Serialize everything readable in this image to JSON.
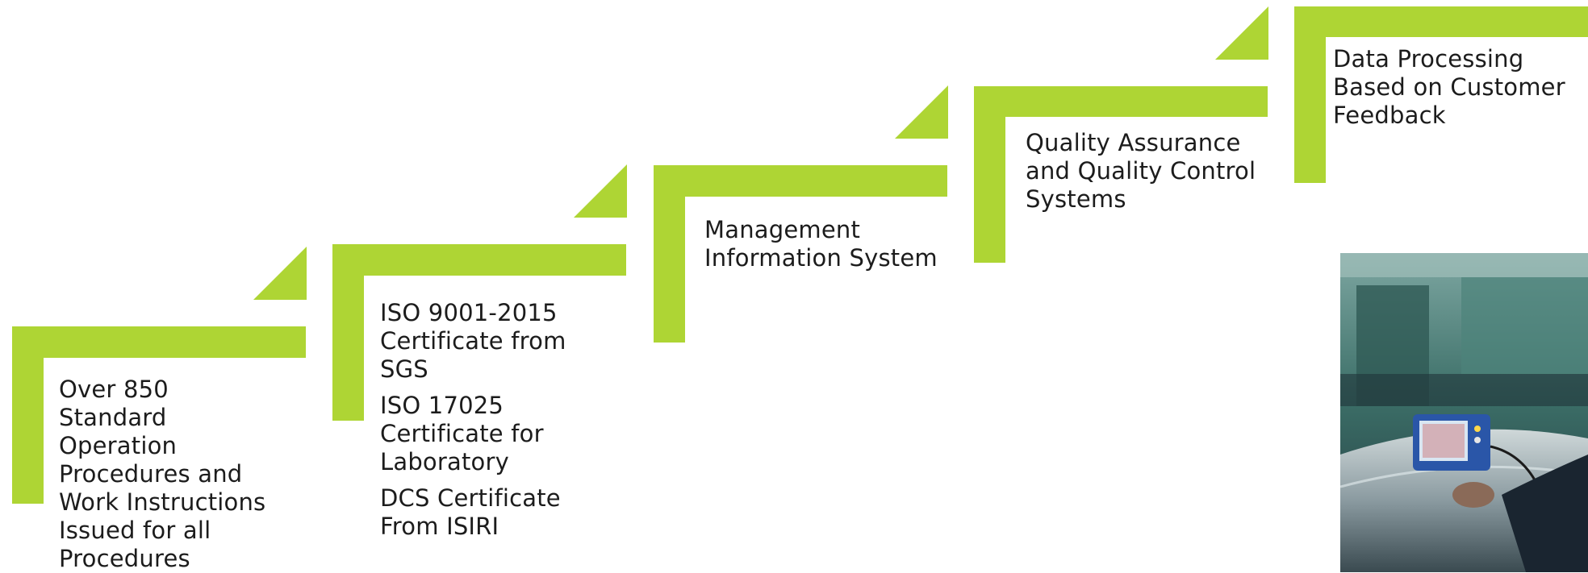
{
  "steps": [
    {
      "lines": [
        "Over 850 Standard Operation Procedures  and Work Instructions Issued for all Procedures"
      ]
    },
    {
      "lines": [
        "ISO 9001-2015 Certificate from SGS",
        "ISO 17025 Certificate for Laboratory",
        "DCS Certificate From ISIRI"
      ]
    },
    {
      "lines": [
        "Management Information System"
      ]
    },
    {
      "lines": [
        "Quality Assurance and Quality Control Systems"
      ]
    },
    {
      "lines": [
        "Data Processing Based on Customer Feedback"
      ]
    }
  ],
  "colors": {
    "accent": "#aed534",
    "text": "#1c1c1c"
  }
}
